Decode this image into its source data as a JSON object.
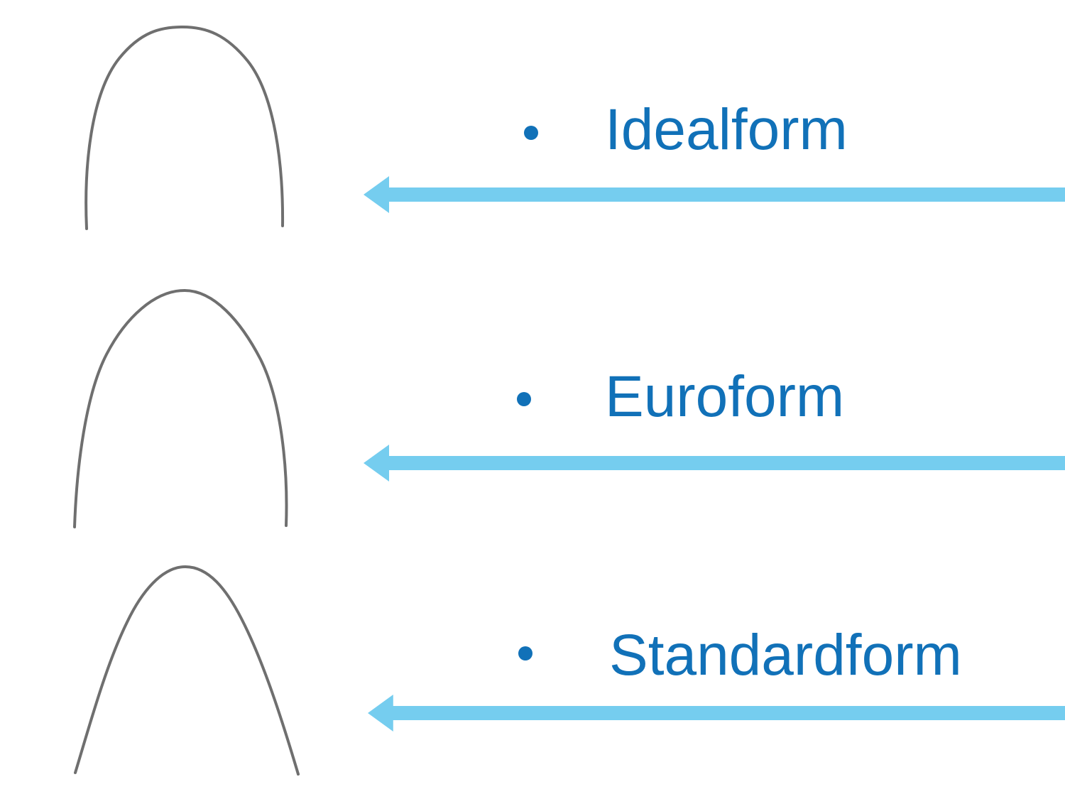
{
  "page": {
    "background": "#ffffff"
  },
  "colors": {
    "label_text": "#1171b8",
    "bullet": "#1171b8",
    "arrow": "#75cdef",
    "wire": "#6f6f6f"
  },
  "items": [
    {
      "label": "Idealform",
      "icon": "idealform-archwire-image"
    },
    {
      "label": "Euroform",
      "icon": "euroform-archwire-image"
    },
    {
      "label": "Standardform",
      "icon": "standardform-archwire-image"
    }
  ]
}
